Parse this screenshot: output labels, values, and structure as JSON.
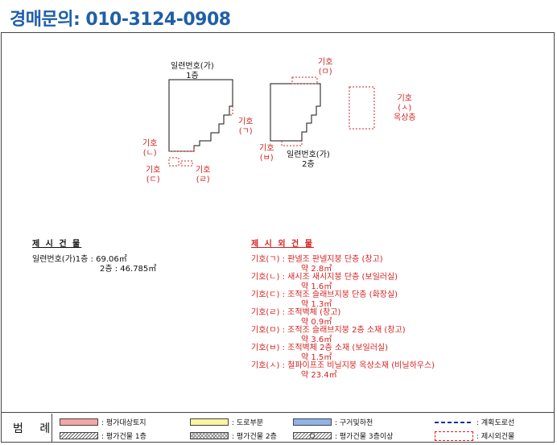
{
  "header": {
    "title": "경매문의: 010-3124-0908"
  },
  "plan_labels": {
    "ga_1f_line1": "일련번호(가)",
    "ga_1f_line2": "1층",
    "ga_2f_line1": "일련번호(가)",
    "ga_2f_line2": "2층",
    "mi_1": "기호",
    "mi_2": "(ㅁ)",
    "sa_1": "기호",
    "sa_2": "(ㅅ)",
    "sa_3": "옥상층",
    "giyeok_1": "기호",
    "giyeok_2": "(ㄱ)",
    "nieun_1": "기호",
    "nieun_2": "(ㄴ)",
    "bieup_1": "기호",
    "bieup_2": "(ㅂ)",
    "digeut_1": "기호",
    "digeut_2": "(ㄷ)",
    "rieul_1": "기호",
    "rieul_2": "(ㄹ)"
  },
  "included": {
    "title": "제 시 건 물",
    "line1": "일련번호(가)1층 : 69.06㎡",
    "line2": "2층 : 46.785㎡"
  },
  "excluded": {
    "title": "제 시 외 건 물",
    "items": [
      {
        "line1": "기호(ㄱ) : 판넬조 판넬지붕 단층 (창고)",
        "line2": "약 2.8㎡"
      },
      {
        "line1": "기호(ㄴ) : 새시조 새시지붕 단층 (보일러실)",
        "line2": "약 1.6㎡"
      },
      {
        "line1": "기호(ㄷ) : 조적조 슬래브지붕 단층 (화장실)",
        "line2": "약 1.3㎡"
      },
      {
        "line1": "기호(ㄹ) : 조적벽체 (창고)",
        "line2": "약 0.9㎡"
      },
      {
        "line1": "기호(ㅁ) : 조적조 슬래브지붕 2층 소재 (창고)",
        "line2": "약 3.6㎡"
      },
      {
        "line1": "기호(ㅂ) : 조적벽체 2층 소재 (보일러실)",
        "line2": "약 1.5㎡"
      },
      {
        "line1": "기호(ㅅ) : 철파이프조 비닐지붕 옥상소재 (비닐하우스)",
        "line2": "약 23.4㎡"
      }
    ]
  },
  "legend": {
    "title": "범 례",
    "items": [
      {
        "label": ": 평가대상토지",
        "swatch": "#f4a6a6"
      },
      {
        "label": ": 도로부분",
        "swatch": "#fbf3a0"
      },
      {
        "label": ": 구거및하천",
        "swatch": "#8fb3e8"
      },
      {
        "label": ": 계획도로선",
        "swatch": "dashed-blue"
      },
      {
        "label": ": 평가건물 1층",
        "swatch": "hatch"
      },
      {
        "label": ": 평가건물 2층",
        "swatch": "crosshatch"
      },
      {
        "label": ": 평가건물 3층이상",
        "swatch": "circle-hatch"
      },
      {
        "label": ": 제시외건물",
        "swatch": "dashed-red"
      }
    ]
  },
  "colors": {
    "title_blue": "#1f5fa8",
    "annotation_red": "#d62020"
  }
}
